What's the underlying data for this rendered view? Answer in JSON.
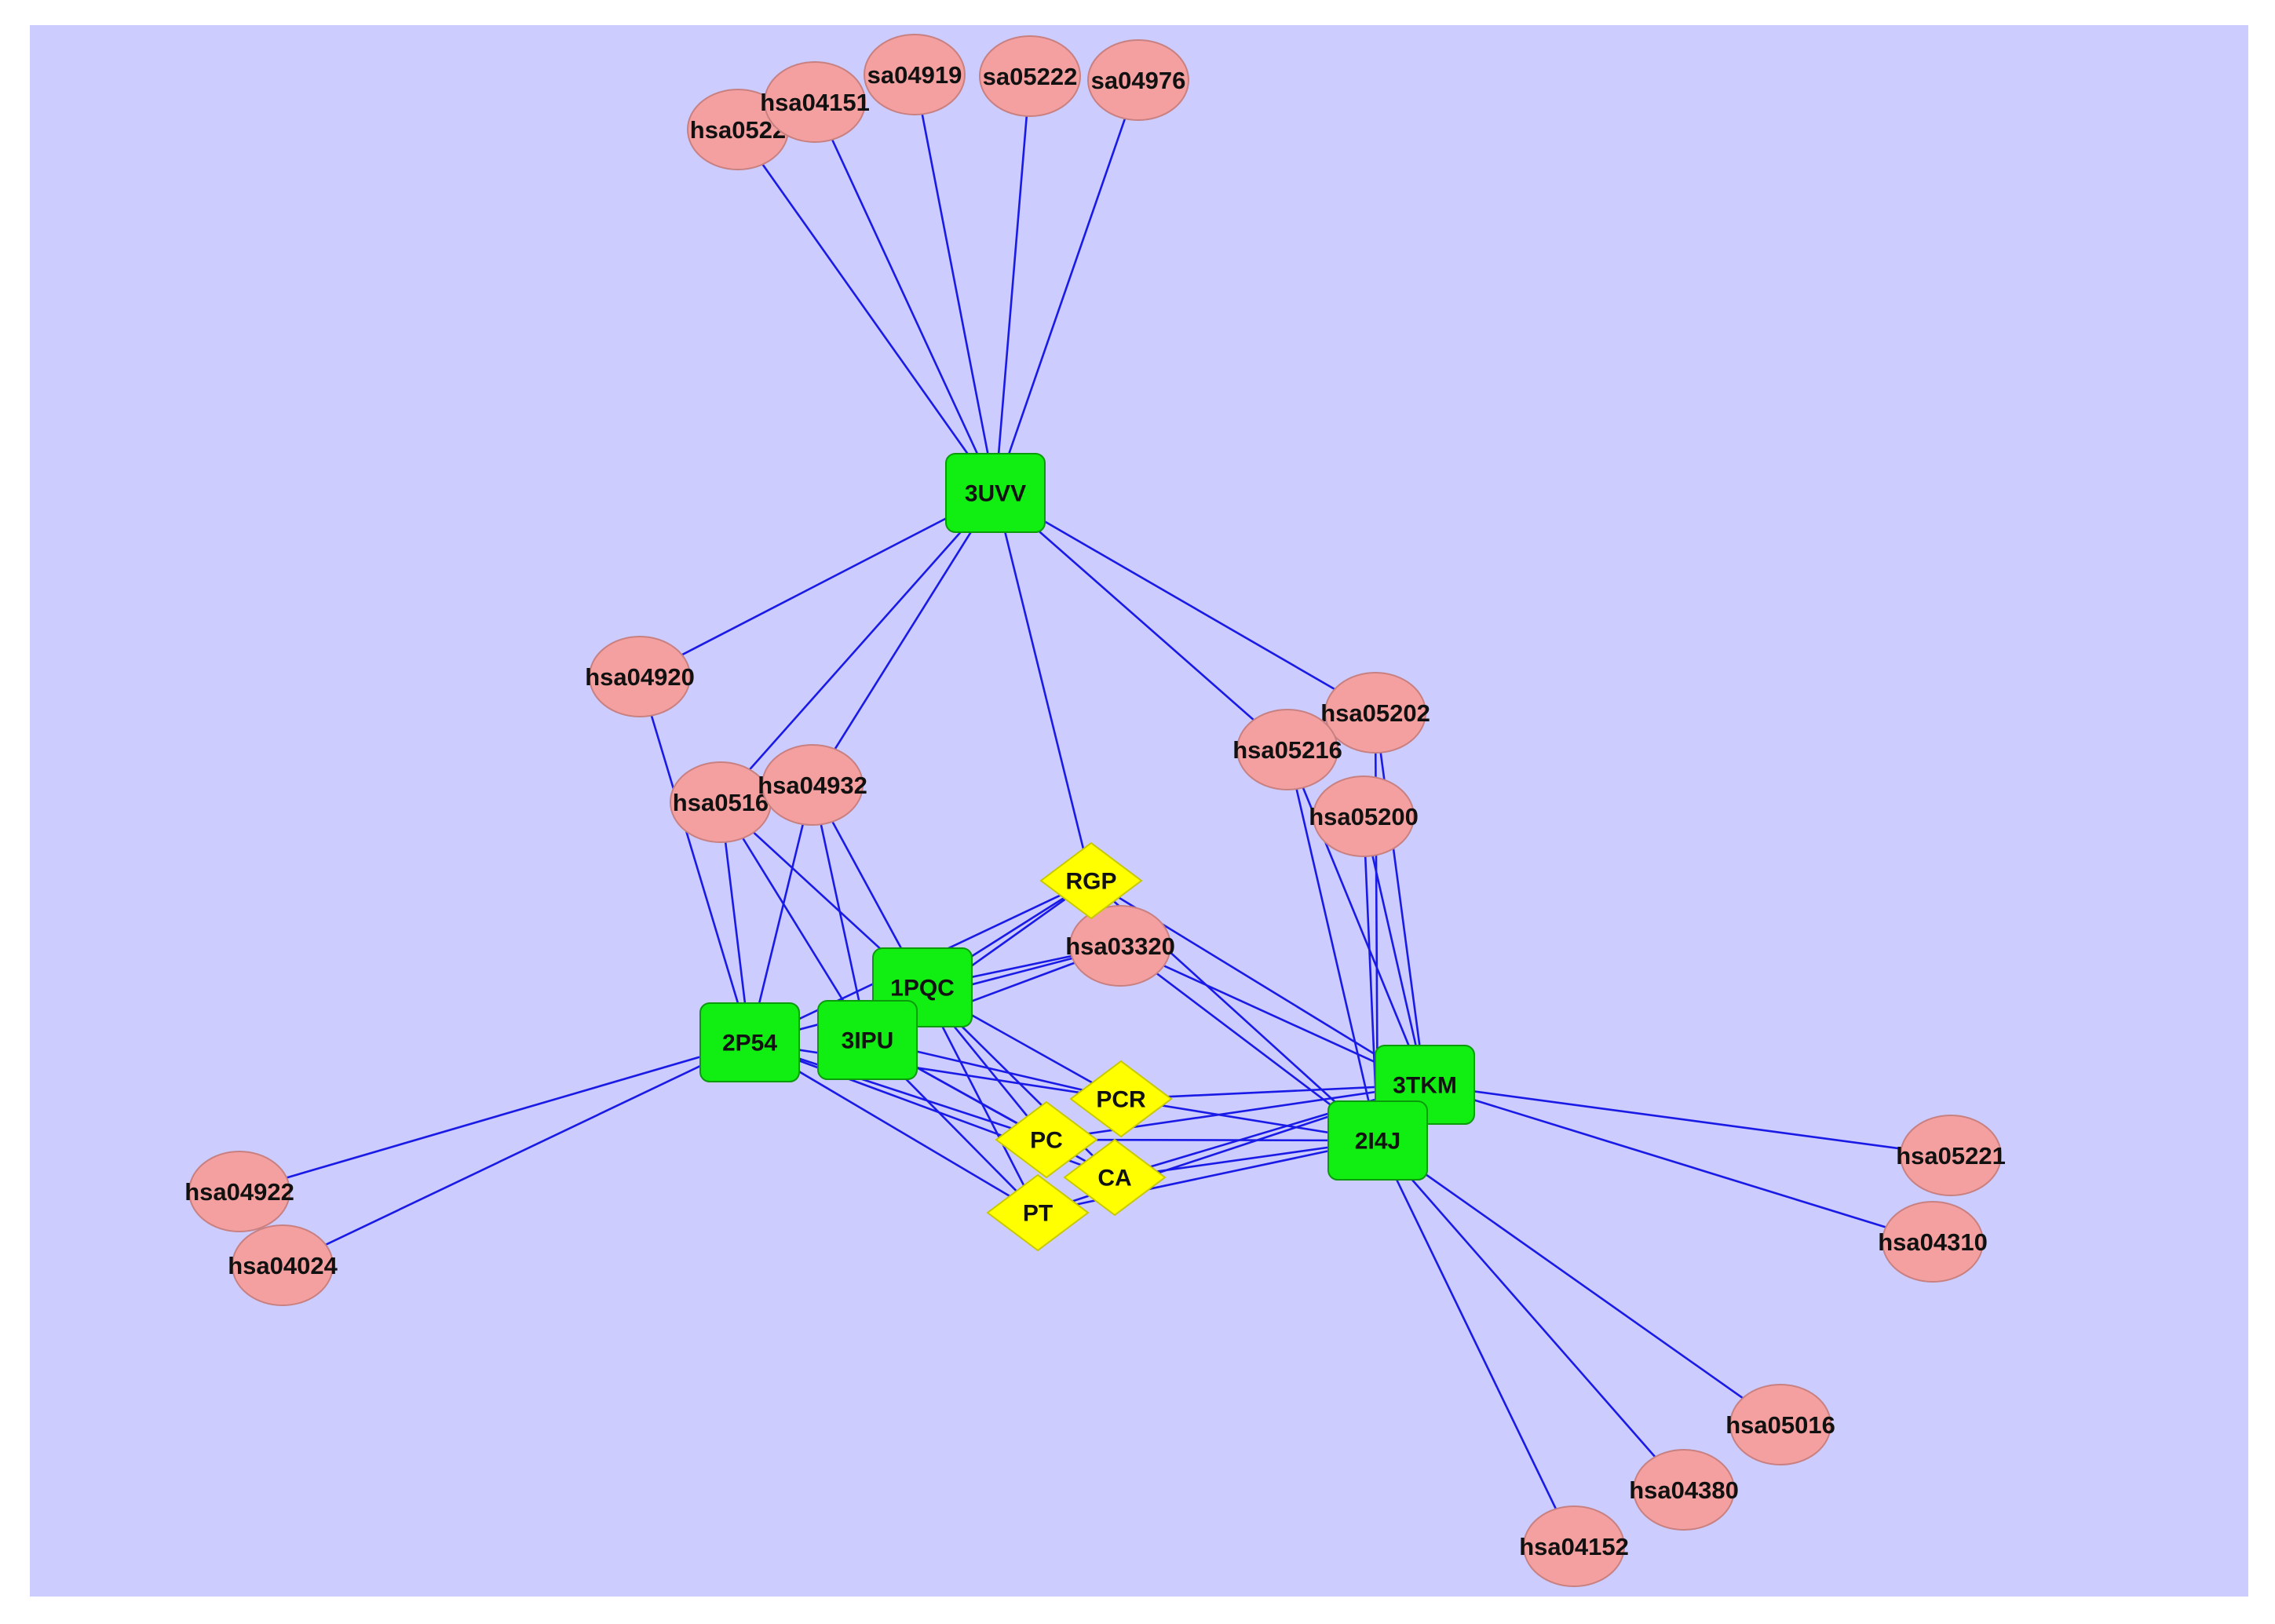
{
  "colors": {
    "background": "#CCCCFF",
    "edge": "#1A1AE6",
    "pathway_fill": "#F4A0A0",
    "pathway_stroke": "#C88080",
    "protein_fill": "#11EE11",
    "protein_stroke": "#0A9A0A",
    "compound_fill": "#FFFF00",
    "compound_stroke": "#C8C800"
  },
  "nodes": [
    {
      "id": "3UVV",
      "label": "3UVV",
      "kind": "protein"
    },
    {
      "id": "1PQC",
      "label": "1PQC",
      "kind": "protein"
    },
    {
      "id": "2P54",
      "label": "2P54",
      "kind": "protein"
    },
    {
      "id": "3IPU",
      "label": "3IPU",
      "kind": "protein"
    },
    {
      "id": "3TKM",
      "label": "3TKM",
      "kind": "protein"
    },
    {
      "id": "2I4J",
      "label": "2I4J",
      "kind": "protein"
    },
    {
      "id": "RGP",
      "label": "RGP",
      "kind": "compound"
    },
    {
      "id": "PCR",
      "label": "PCR",
      "kind": "compound"
    },
    {
      "id": "PC",
      "label": "PC",
      "kind": "compound"
    },
    {
      "id": "CA",
      "label": "CA",
      "kind": "compound"
    },
    {
      "id": "PT",
      "label": "PT",
      "kind": "compound"
    },
    {
      "id": "hsa05223",
      "label": "hsa0522",
      "kind": "pathway"
    },
    {
      "id": "hsa04151",
      "label": "hsa04151",
      "kind": "pathway"
    },
    {
      "id": "hsa04919",
      "label": "sa04919",
      "kind": "pathway"
    },
    {
      "id": "hsa05222",
      "label": "sa05222",
      "kind": "pathway"
    },
    {
      "id": "hsa04976",
      "label": "sa04976",
      "kind": "pathway"
    },
    {
      "id": "hsa04920",
      "label": "hsa04920",
      "kind": "pathway"
    },
    {
      "id": "hsa05160",
      "label": "hsa0516",
      "kind": "pathway"
    },
    {
      "id": "hsa04932",
      "label": "hsa04932",
      "kind": "pathway"
    },
    {
      "id": "hsa05202",
      "label": "hsa05202",
      "kind": "pathway"
    },
    {
      "id": "hsa05216",
      "label": "hsa05216",
      "kind": "pathway"
    },
    {
      "id": "hsa05200",
      "label": "hsa05200",
      "kind": "pathway"
    },
    {
      "id": "hsa03320",
      "label": "hsa03320",
      "kind": "pathway"
    },
    {
      "id": "hsa04922",
      "label": "hsa04922",
      "kind": "pathway"
    },
    {
      "id": "hsa04024",
      "label": "hsa04024",
      "kind": "pathway"
    },
    {
      "id": "hsa05221",
      "label": "hsa05221",
      "kind": "pathway"
    },
    {
      "id": "hsa04310",
      "label": "hsa04310",
      "kind": "pathway"
    },
    {
      "id": "hsa05016",
      "label": "hsa05016",
      "kind": "pathway"
    },
    {
      "id": "hsa04380",
      "label": "hsa04380",
      "kind": "pathway"
    },
    {
      "id": "hsa04152",
      "label": "hsa04152",
      "kind": "pathway"
    }
  ],
  "edges": [
    [
      "3UVV",
      "hsa05223"
    ],
    [
      "3UVV",
      "hsa04151"
    ],
    [
      "3UVV",
      "hsa04919"
    ],
    [
      "3UVV",
      "hsa05222"
    ],
    [
      "3UVV",
      "hsa04976"
    ],
    [
      "3UVV",
      "hsa04920"
    ],
    [
      "3UVV",
      "hsa05160"
    ],
    [
      "3UVV",
      "hsa04932"
    ],
    [
      "3UVV",
      "RGP"
    ],
    [
      "3UVV",
      "hsa05216"
    ],
    [
      "3UVV",
      "hsa05202"
    ],
    [
      "hsa04920",
      "2P54"
    ],
    [
      "hsa05160",
      "2P54"
    ],
    [
      "hsa05160",
      "3IPU"
    ],
    [
      "hsa05160",
      "1PQC"
    ],
    [
      "hsa04932",
      "2P54"
    ],
    [
      "hsa04932",
      "3IPU"
    ],
    [
      "hsa04932",
      "1PQC"
    ],
    [
      "hsa05216",
      "2I4J"
    ],
    [
      "hsa05216",
      "3TKM"
    ],
    [
      "hsa05202",
      "3TKM"
    ],
    [
      "hsa05202",
      "2I4J"
    ],
    [
      "hsa05200",
      "3TKM"
    ],
    [
      "hsa05200",
      "2I4J"
    ],
    [
      "RGP",
      "1PQC"
    ],
    [
      "RGP",
      "3IPU"
    ],
    [
      "RGP",
      "2P54"
    ],
    [
      "RGP",
      "3TKM"
    ],
    [
      "RGP",
      "2I4J"
    ],
    [
      "hsa03320",
      "1PQC"
    ],
    [
      "hsa03320",
      "3IPU"
    ],
    [
      "hsa03320",
      "2P54"
    ],
    [
      "hsa03320",
      "3TKM"
    ],
    [
      "hsa03320",
      "2I4J"
    ],
    [
      "2P54",
      "hsa04922"
    ],
    [
      "2P54",
      "hsa04024"
    ],
    [
      "2P54",
      "PCR"
    ],
    [
      "2P54",
      "PC"
    ],
    [
      "2P54",
      "CA"
    ],
    [
      "2P54",
      "PT"
    ],
    [
      "3IPU",
      "PCR"
    ],
    [
      "3IPU",
      "PC"
    ],
    [
      "3IPU",
      "CA"
    ],
    [
      "3IPU",
      "PT"
    ],
    [
      "1PQC",
      "PCR"
    ],
    [
      "1PQC",
      "PC"
    ],
    [
      "1PQC",
      "CA"
    ],
    [
      "1PQC",
      "PT"
    ],
    [
      "3TKM",
      "PCR"
    ],
    [
      "3TKM",
      "PC"
    ],
    [
      "3TKM",
      "CA"
    ],
    [
      "3TKM",
      "PT"
    ],
    [
      "2I4J",
      "PCR"
    ],
    [
      "2I4J",
      "PC"
    ],
    [
      "2I4J",
      "CA"
    ],
    [
      "2I4J",
      "PT"
    ],
    [
      "3TKM",
      "hsa05221"
    ],
    [
      "3TKM",
      "hsa04310"
    ],
    [
      "2I4J",
      "hsa05016"
    ],
    [
      "2I4J",
      "hsa04380"
    ],
    [
      "2I4J",
      "hsa04152"
    ]
  ]
}
